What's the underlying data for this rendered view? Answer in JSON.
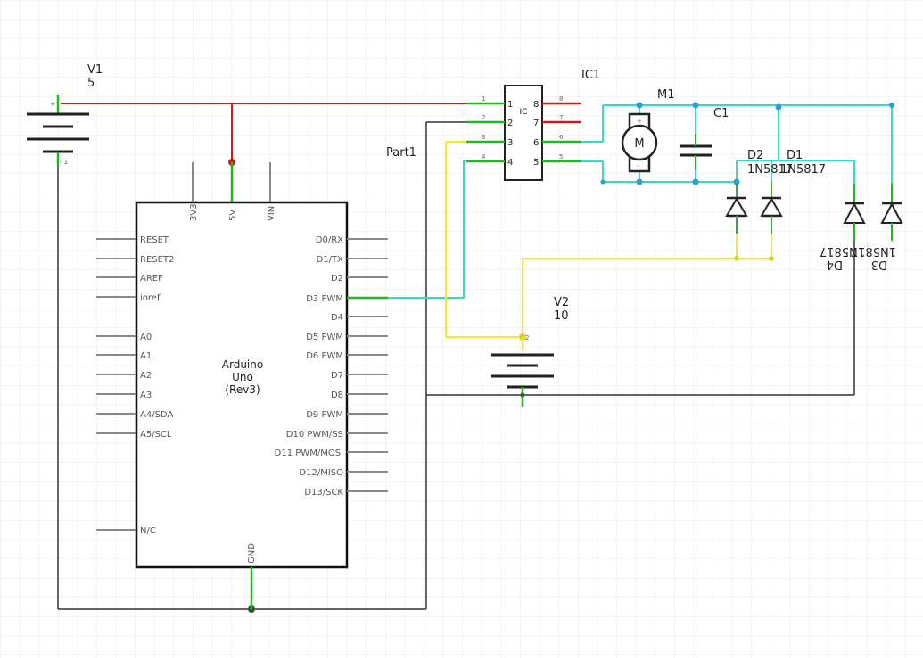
{
  "components": {
    "v1": {
      "ref": "V1",
      "value": "5"
    },
    "v2": {
      "ref": "V2",
      "value": "10"
    },
    "ic1": {
      "ref": "IC1",
      "body": "IC",
      "left_pins": [
        "1",
        "2",
        "3",
        "4"
      ],
      "right_pins": [
        "8",
        "7",
        "6",
        "5"
      ]
    },
    "part1": {
      "ref": "Part1"
    },
    "m1": {
      "ref": "M1",
      "symbol": "M"
    },
    "c1": {
      "ref": "C1"
    },
    "d1": {
      "ref": "D1",
      "value": "1N5817"
    },
    "d2": {
      "ref": "D2",
      "value": "1N5817"
    },
    "d3": {
      "ref": "D3",
      "value": "1N5817"
    },
    "d4": {
      "ref": "D4",
      "value": "1N5817"
    },
    "arduino": {
      "name_line1": "Arduino",
      "name_line2": "Uno",
      "name_line3": "(Rev3)",
      "top_pins": [
        "3V3",
        "5V",
        "VIN"
      ],
      "bottom_pin": "GND",
      "left_pins": [
        "RESET",
        "RESET2",
        "AREF",
        "ioref",
        "A0",
        "A1",
        "A2",
        "A3",
        "A4/SDA",
        "A5/SCL",
        "N/C"
      ],
      "right_pins": [
        "D0/RX",
        "D1/TX",
        "D2",
        "D3 PWM",
        "D4",
        "D5 PWM",
        "D6 PWM",
        "D7",
        "D8",
        "D9 PWM",
        "D10 PWM/SS",
        "D11 PWM/MOSI",
        "D12/MISO",
        "D13/SCK"
      ]
    }
  },
  "colors": {
    "red_wire": "#c41f1f",
    "cyan_wire": "#33ddc4",
    "yellow_wire": "#eded2a",
    "green_pin": "#22b622",
    "black_wire": "#333333",
    "grid": "#e8e8e8"
  }
}
